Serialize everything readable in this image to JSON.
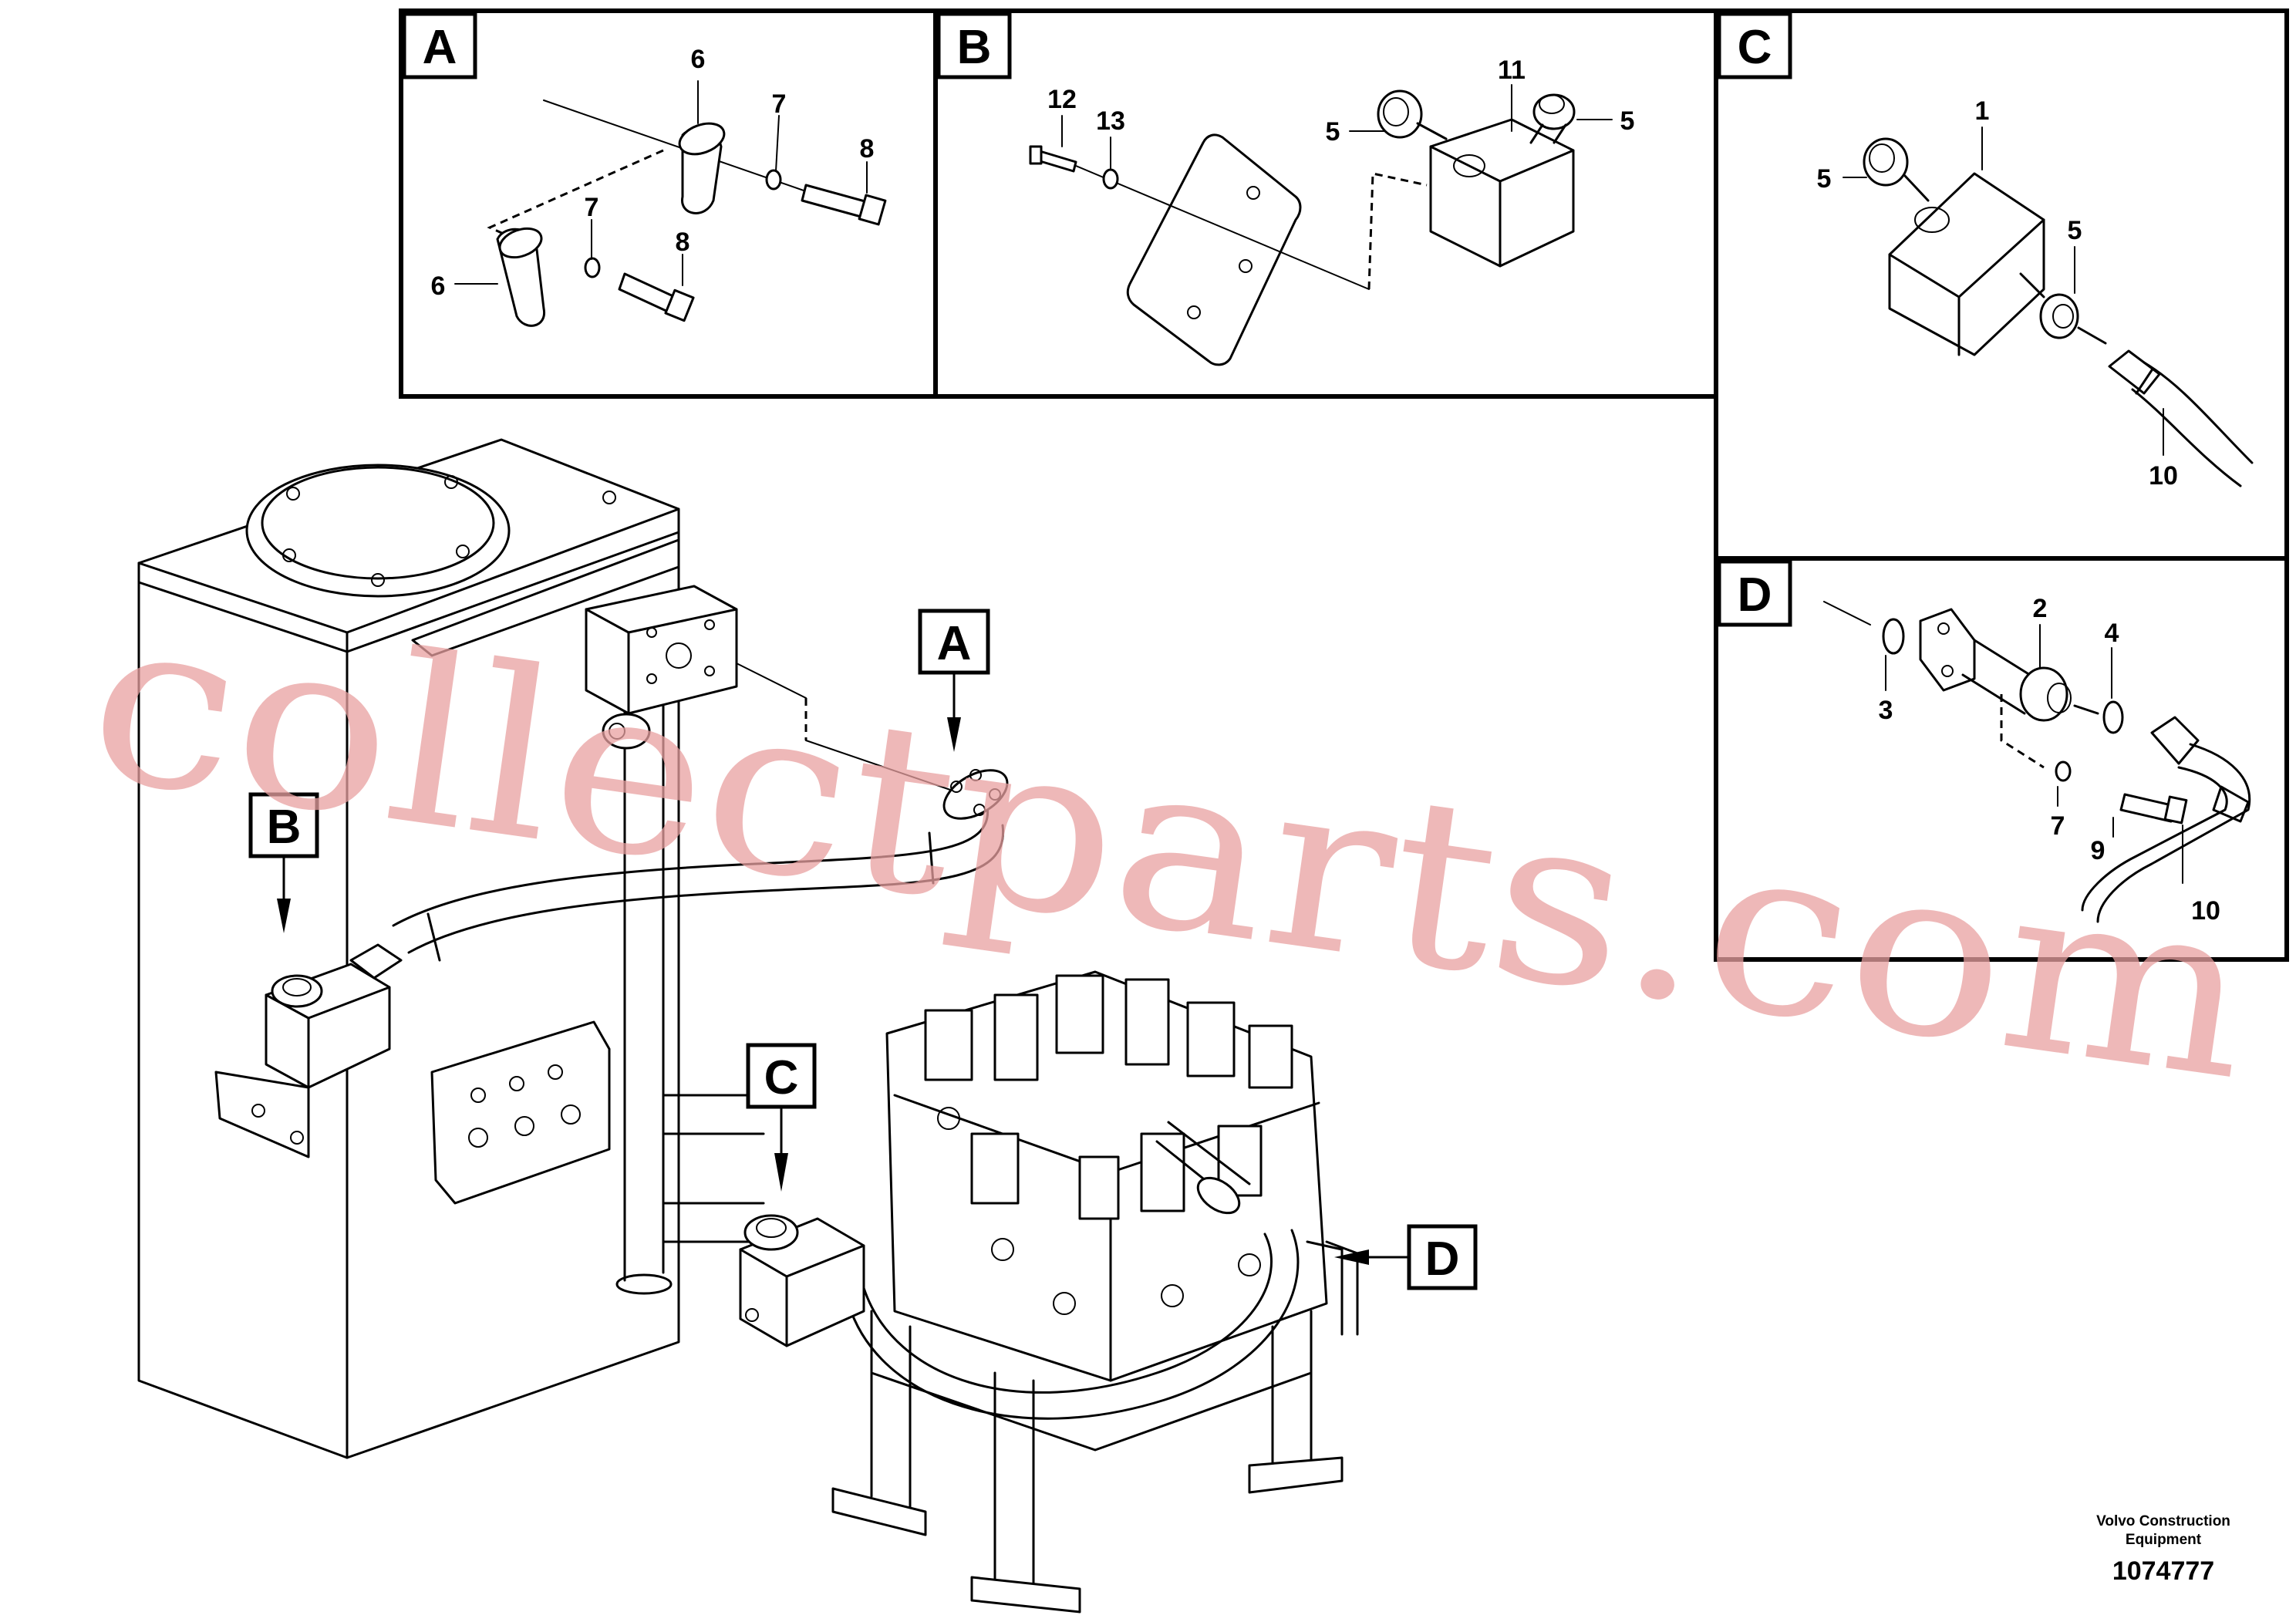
{
  "detail_panels": {
    "A": {
      "label": "A",
      "callouts": [
        "6",
        "7",
        "8",
        "7",
        "8",
        "6"
      ]
    },
    "B": {
      "label": "B",
      "callouts": [
        "12",
        "13",
        "11",
        "5",
        "5"
      ]
    },
    "C": {
      "label": "C",
      "callouts": [
        "1",
        "5",
        "5",
        "10"
      ]
    },
    "D": {
      "label": "D",
      "callouts": [
        "2",
        "4",
        "3",
        "7",
        "9",
        "10"
      ]
    }
  },
  "view_tags": {
    "A": "A",
    "B": "B",
    "C": "C",
    "D": "D"
  },
  "footer": {
    "brand_line1": "Volvo Construction",
    "brand_line2": "Equipment",
    "part_number": "1074777"
  },
  "watermark": "collectparts.com"
}
